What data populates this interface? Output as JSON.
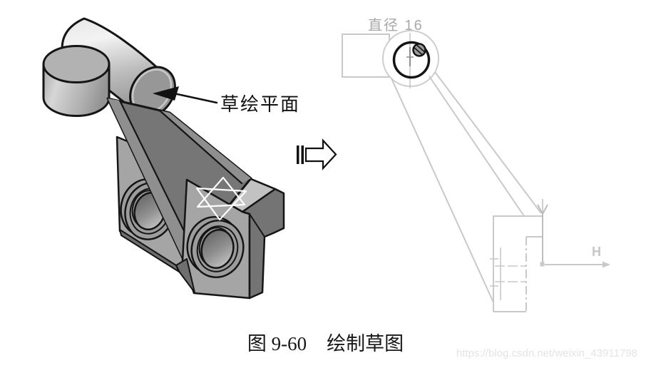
{
  "figure": {
    "type": "cad-tutorial-figure",
    "description_visible_parts": [
      "3d-model-view",
      "transition-arrow",
      "sketcher-view",
      "caption"
    ]
  },
  "model_view": {
    "sketch_plane_label": "草绘平面"
  },
  "sketch_view": {
    "dimension_label": "直径 16",
    "dimension_value": 16,
    "h_axis_label": "H"
  },
  "caption": {
    "figure_number": "图 9-60",
    "title": "绘制草图"
  },
  "watermark": {
    "text": "https://blog.csdn.net/weixin_43911798"
  },
  "colors": {
    "outline": "#151515",
    "model_mid_gray": "#a5a5a5",
    "model_dark_gray": "#747474",
    "model_top_face": "#c2c2c2",
    "cylinder_face": "#979797",
    "sketch_line_gray": "#c9c9c9",
    "dimension_text_gray": "#a8a8a8",
    "sketch_circle_black": "#141414",
    "star_white": "#ffffff",
    "watermark_gray": "#e4e4e4"
  }
}
